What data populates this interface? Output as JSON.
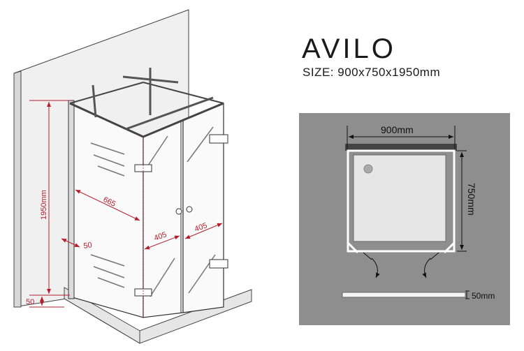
{
  "product": {
    "name": "AVILO",
    "size_label": "SIZE",
    "size_separator": ":",
    "size_value": "900x750x1950mm"
  },
  "iso_dims": {
    "height": "1950mm",
    "door_width": "665",
    "wall_gap": "50",
    "front_left": "405",
    "front_right": "405",
    "base_height": "50"
  },
  "plan": {
    "width": "900mm",
    "depth": "750mm",
    "tray_height": "50mm"
  },
  "colors": {
    "dimension_red": "#b51e2c",
    "plan_background": "#8e8e8e",
    "glass_outline": "#333333"
  }
}
